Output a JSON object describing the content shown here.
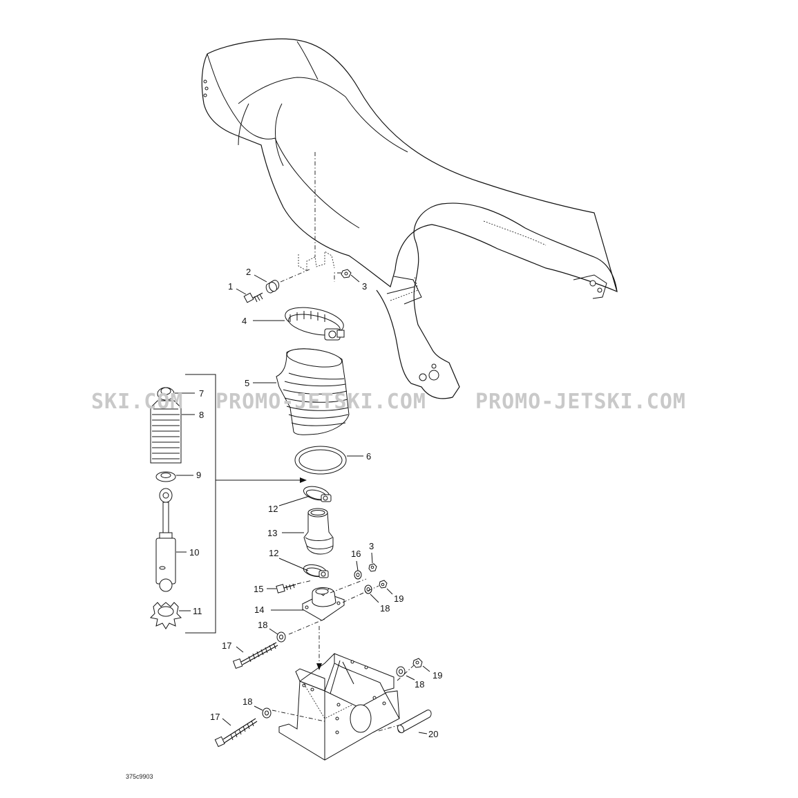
{
  "watermark": {
    "left_fragment": "SKI.COM",
    "center": "PROMO-JETSKI.COM",
    "right": "PROMO-JETSKI.COM"
  },
  "drawing_code": "375c9903",
  "callouts": {
    "c1": "1",
    "c2": "2",
    "c3a": "3",
    "c3b": "3",
    "c4": "4",
    "c5": "5",
    "c6": "6",
    "c7": "7",
    "c8": "8",
    "c9": "9",
    "c10": "10",
    "c11": "11",
    "c12a": "12",
    "c12b": "12",
    "c13": "13",
    "c14": "14",
    "c15": "15",
    "c16": "16",
    "c17a": "17",
    "c17b": "17",
    "c18a": "18",
    "c18b": "18",
    "c18c": "18",
    "c18d": "18",
    "c19a": "19",
    "c19b": "19",
    "c20": "20"
  }
}
